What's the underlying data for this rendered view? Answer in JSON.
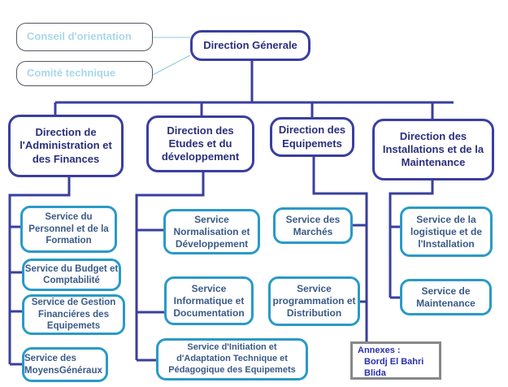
{
  "advisory": {
    "conseil": "Conseil d'orientation",
    "comite": "Comité technique"
  },
  "top": "Direction Génerale",
  "directions": [
    "Direction de l'Administration et des Finances",
    "Direction des Etudes et du développement",
    "Direction des Equipemets",
    "Direction des Installations et de la Maintenance"
  ],
  "services": {
    "admin": [
      "Service du Personnel et de la Formation",
      "Service du Budget et Comptabilité",
      "Service de Gestion Financiéres des Equipemets",
      "Service des MoyensGénéraux"
    ],
    "etudes": [
      "Service Normalisation et Développement",
      "Service Informatique et Documentation",
      "Service d'Initiation et d'Adaptation Technique et Pédagogique des Equipemets"
    ],
    "equip": [
      "Service des Marchés",
      "Service programmation et Distribution"
    ],
    "install": [
      "Service de la logistique et de l'Installation",
      "Service de Maintenance"
    ]
  },
  "annexes": {
    "title": "Annexes :",
    "items": [
      "Bordj El Bahri",
      "Blida"
    ]
  },
  "colors": {
    "line": "#3a3f9e",
    "service_border": "#2a9ac8",
    "aux_text": "#a8d8ea"
  }
}
